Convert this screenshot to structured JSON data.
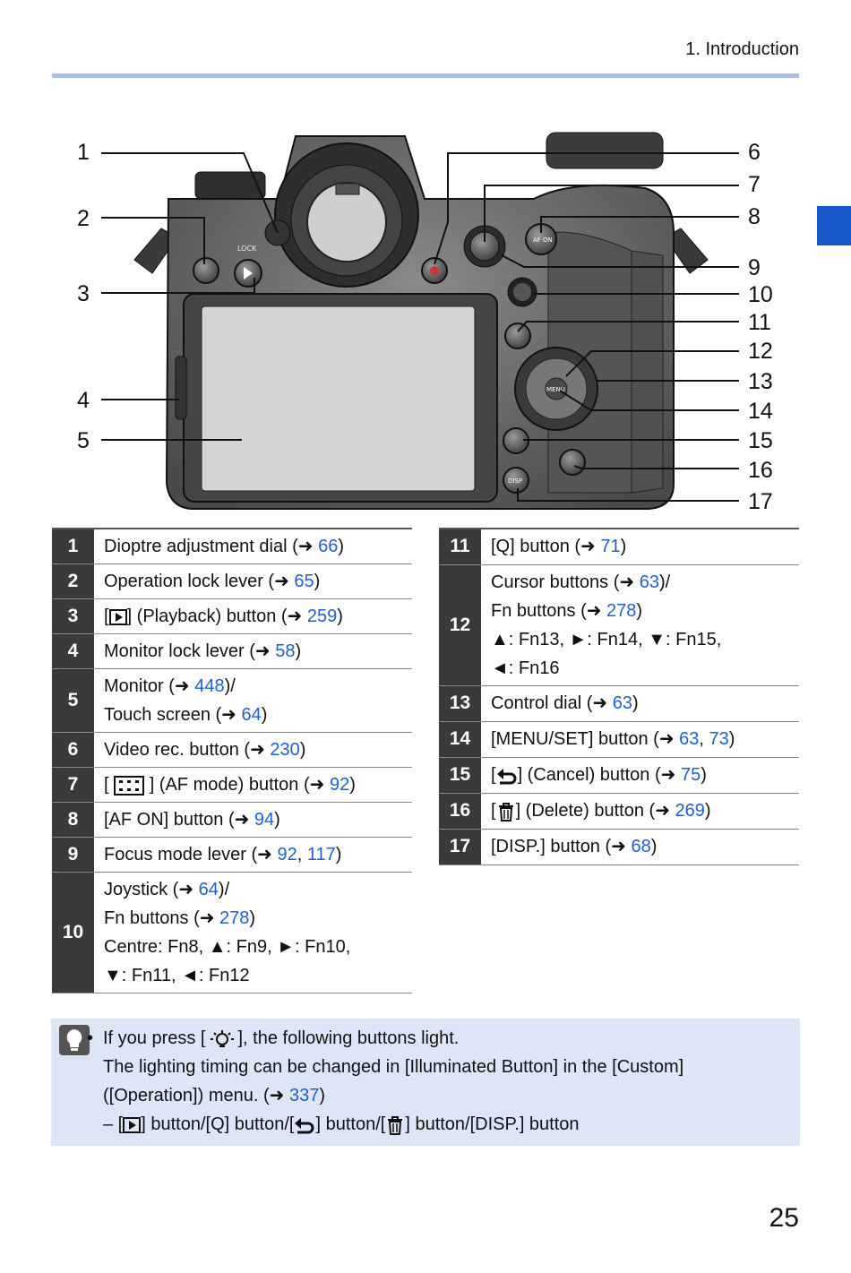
{
  "header": {
    "section": "1. Introduction"
  },
  "callouts": {
    "left": [
      "1",
      "2",
      "3",
      "4",
      "5"
    ],
    "right": [
      "6",
      "7",
      "8",
      "9",
      "10",
      "11",
      "12",
      "13",
      "14",
      "15",
      "16",
      "17"
    ]
  },
  "camera_labels": {
    "lock": "LOCK",
    "afon": "AF ON",
    "menu": "MENU",
    "disp": "DISP"
  },
  "left_table": [
    {
      "n": "1",
      "text": "Dioptre adjustment dial",
      "refs": [
        "66"
      ]
    },
    {
      "n": "2",
      "text": "Operation lock lever",
      "refs": [
        "65"
      ]
    },
    {
      "n": "3",
      "text": "] (Playback) button",
      "refs": [
        "259"
      ]
    },
    {
      "n": "4",
      "text": "Monitor lock lever",
      "refs": [
        "58"
      ]
    },
    {
      "n": "5",
      "line1": "Monitor",
      "ref1": "448",
      "line2": "Touch screen",
      "ref2": "64"
    },
    {
      "n": "6",
      "text": "Video rec. button",
      "refs": [
        "230"
      ]
    },
    {
      "n": "7",
      "text": "] (AF mode) button",
      "refs": [
        "92"
      ]
    },
    {
      "n": "8",
      "text": "[AF ON] button",
      "refs": [
        "94"
      ]
    },
    {
      "n": "9",
      "text": "Focus mode lever",
      "refs": [
        "92",
        "117"
      ]
    },
    {
      "n": "10",
      "line1": "Joystick",
      "ref1": "64",
      "line2": "Fn buttons",
      "ref2": "278",
      "line3": "Centre: Fn8, ▲: Fn9, ►: Fn10,",
      "line4": "▼: Fn11, ◄: Fn12"
    }
  ],
  "right_table": [
    {
      "n": "11",
      "text": "[Q] button",
      "refs": [
        "71"
      ]
    },
    {
      "n": "12",
      "line1": "Cursor buttons",
      "ref1": "63",
      "line2": "Fn buttons",
      "ref2": "278",
      "line3": "▲: Fn13, ►: Fn14, ▼: Fn15,",
      "line4": "◄: Fn16"
    },
    {
      "n": "13",
      "text": "Control dial",
      "refs": [
        "63"
      ]
    },
    {
      "n": "14",
      "text": "[MENU/SET] button",
      "refs": [
        "63",
        "73"
      ]
    },
    {
      "n": "15",
      "text": "] (Cancel) button",
      "refs": [
        "75"
      ]
    },
    {
      "n": "16",
      "text": "] (Delete) button",
      "refs": [
        "269"
      ]
    },
    {
      "n": "17",
      "text": "[DISP.] button",
      "refs": [
        "68"
      ]
    }
  ],
  "note": {
    "line1_a": "If you press [",
    "line1_b": "], the following buttons light.",
    "line2": "The lighting timing can be changed in [Illuminated Button] in the [Custom]",
    "line3_a": "([Operation]) menu. (",
    "line3_ref": "337",
    "line3_b": ")",
    "line4_a": "– [",
    "line4_b": "] button/[Q] button/[",
    "line4_c": "] button/[",
    "line4_d": "] button/[DISP.] button"
  },
  "page_number": "25",
  "colors": {
    "link": "#1f5fcf",
    "rule": "#a9bfe0",
    "tab": "#1759c8",
    "note_bg": "#dde6f6"
  }
}
